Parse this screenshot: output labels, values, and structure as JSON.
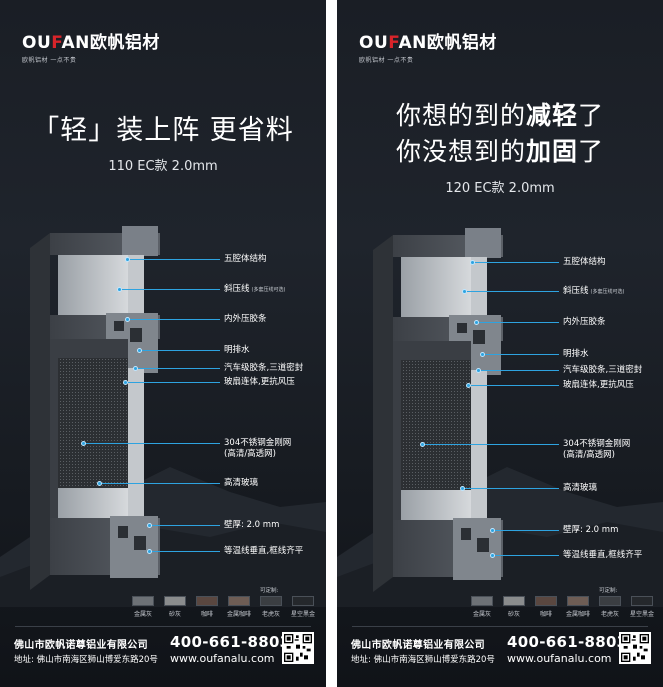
{
  "brand": {
    "logo_main": "OU",
    "logo_accent": "F",
    "logo_rest": "AN",
    "logo_cn": "欧帆铝材",
    "tagline": "欧帆铝材  一点不贵"
  },
  "posters": [
    {
      "headline_left": "「轻」装上阵 更省料",
      "model": "110 EC款 2.0mm"
    },
    {
      "headline1_pre": "你想的到的",
      "headline1_bold": "减轻",
      "headline1_post": "了",
      "headline2_pre": "你没想到的",
      "headline2_bold": "加固",
      "headline2_post": "了",
      "model": "120 EC款 2.0mm"
    }
  ],
  "features": [
    {
      "label": "五腔体结构",
      "note": ""
    },
    {
      "label": "斜压线",
      "note": "(多套压线可选)"
    },
    {
      "label": "内外压胶条",
      "note": ""
    },
    {
      "label": "明排水",
      "note": ""
    },
    {
      "label": "汽车级胶条,三道密封",
      "note": ""
    },
    {
      "label": "玻扇连体,更抗风压",
      "note": ""
    },
    {
      "label": "304不锈钢金刚网",
      "note": ""
    },
    {
      "label": "(高清/高透网)",
      "note": ""
    },
    {
      "label": "高清玻璃",
      "note": ""
    },
    {
      "label": "壁厚: 2.0 mm",
      "note": ""
    },
    {
      "label": "等温线垂直,框线齐平",
      "note": ""
    }
  ],
  "colors": {
    "custom_label": "可定制:",
    "items": [
      {
        "name": "金属灰",
        "hex": "#6d7176"
      },
      {
        "name": "砂灰",
        "hex": "#8a8c8d"
      },
      {
        "name": "咖啡",
        "hex": "#5a4740"
      },
      {
        "name": "金属咖啡",
        "hex": "#6e5d55"
      },
      {
        "name": "老虎灰",
        "hex": "#3b3e42"
      },
      {
        "name": "星空黑金",
        "hex": "#25282c"
      }
    ]
  },
  "footer": {
    "company": "佛山市欧帆诺尊铝业有限公司",
    "address": "地址: 佛山市南海区狮山博爱东路20号",
    "phone": "400-661-8803",
    "website": "www.oufanalu.com"
  },
  "accent_color": "#2ea3e0",
  "logo_red": "#d8242a"
}
